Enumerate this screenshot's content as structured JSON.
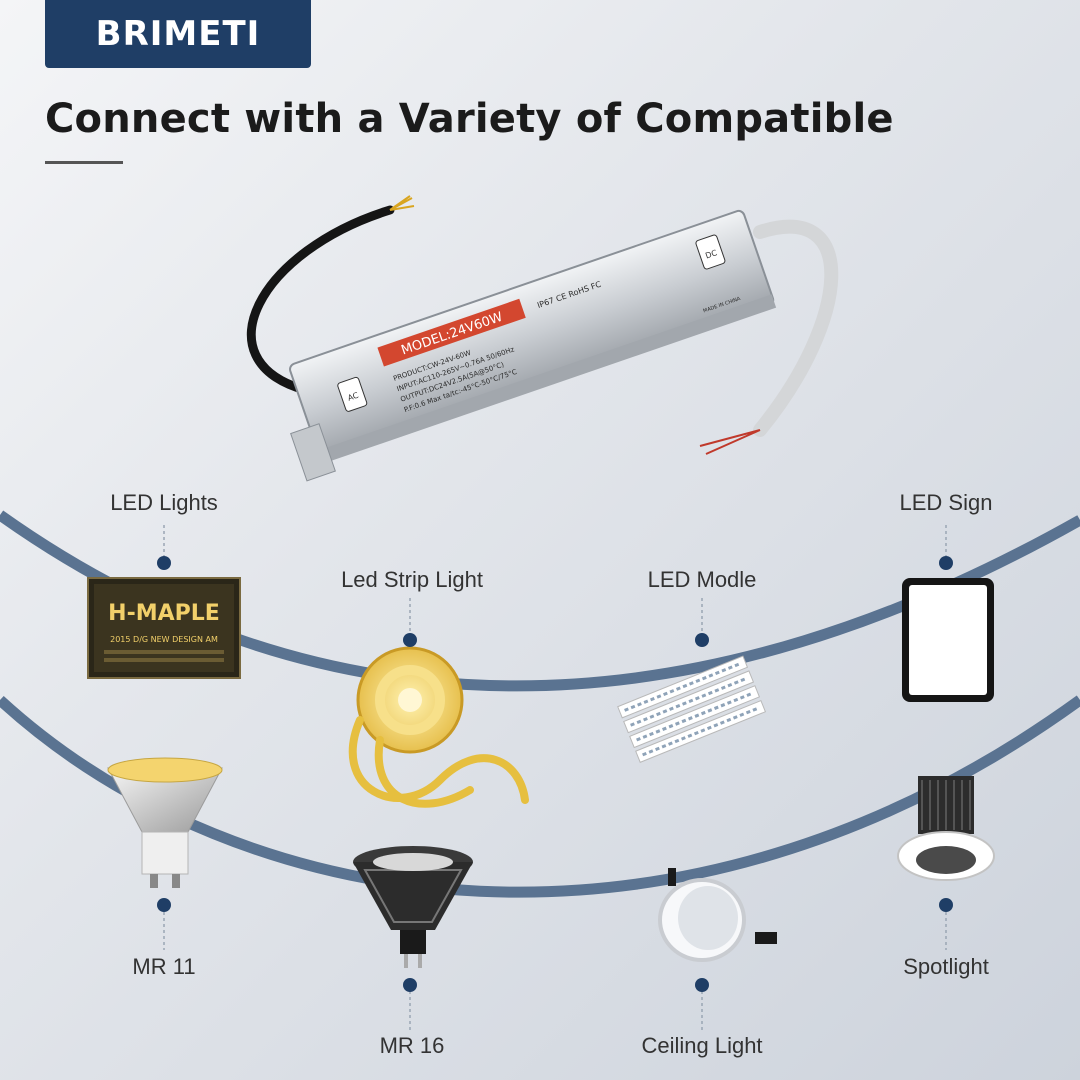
{
  "brand": {
    "name": "BRIMETI",
    "color": "#1f3e66"
  },
  "headline": "Connect with a Variety of Compatible",
  "driver": {
    "model_label": "MODEL:24V60W",
    "spec_lines": [
      "PRODUCT:CW-24V-60W",
      "INPUT:AC110-265V~0.76A  50/60Hz",
      "OUTPUT:DC24V2.5A(5A@50°C)",
      "P.F:0.6 Max ta/tc:-45°C-50°C/75°C"
    ],
    "cert_line": "IP67 CE RoHS FC",
    "made_in": "MADE IN CHINA",
    "ac_mark": "AC",
    "dc_mark": "DC"
  },
  "devices": [
    {
      "label": "LED Lights",
      "icon": "led-panel-icon"
    },
    {
      "label": "Led Strip Light",
      "icon": "led-strip-reel-icon"
    },
    {
      "label": "LED Modle",
      "icon": "led-module-icon"
    },
    {
      "label": "LED Sign",
      "icon": "tablet-sign-icon"
    },
    {
      "label": "MR 11",
      "icon": "mr11-bulb-icon"
    },
    {
      "label": "MR 16",
      "icon": "mr16-bulb-icon"
    },
    {
      "label": "Ceiling Light",
      "icon": "ceiling-light-icon"
    },
    {
      "label": "Spotlight",
      "icon": "spotlight-icon"
    }
  ],
  "led_panel_text": {
    "title": "H-MAPLE",
    "subtitle": "2015 D/G  NEW DESIGN AM"
  },
  "colors": {
    "curve": "#5a7391",
    "dot": "#1f3e66"
  }
}
